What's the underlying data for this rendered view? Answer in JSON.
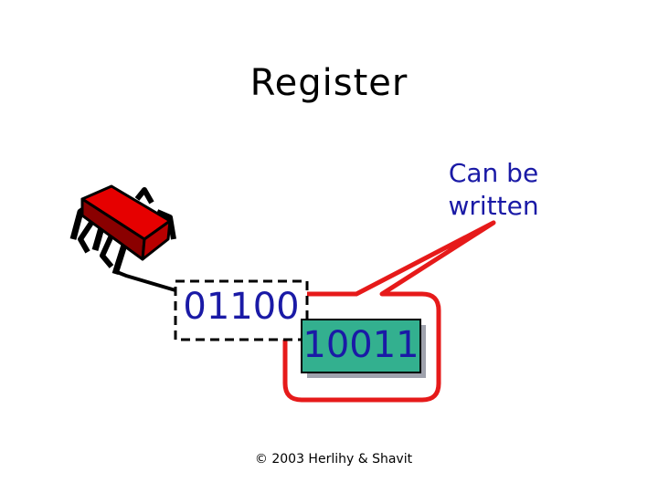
{
  "slide": {
    "title": "Register",
    "callout_line1": "Can be",
    "callout_line2": "written"
  },
  "register": {
    "old_value": "01100",
    "new_value": "10011"
  },
  "footer": {
    "copyright": "© 2003 Herlihy & Shavit"
  },
  "colors": {
    "text_blue": "#1a1aa6",
    "chip_red": "#e60000",
    "new_value_fill": "#33b08f",
    "callout_red": "#e61a1a"
  },
  "icons": {
    "chip": "red-integrated-circuit-chip-icon"
  }
}
